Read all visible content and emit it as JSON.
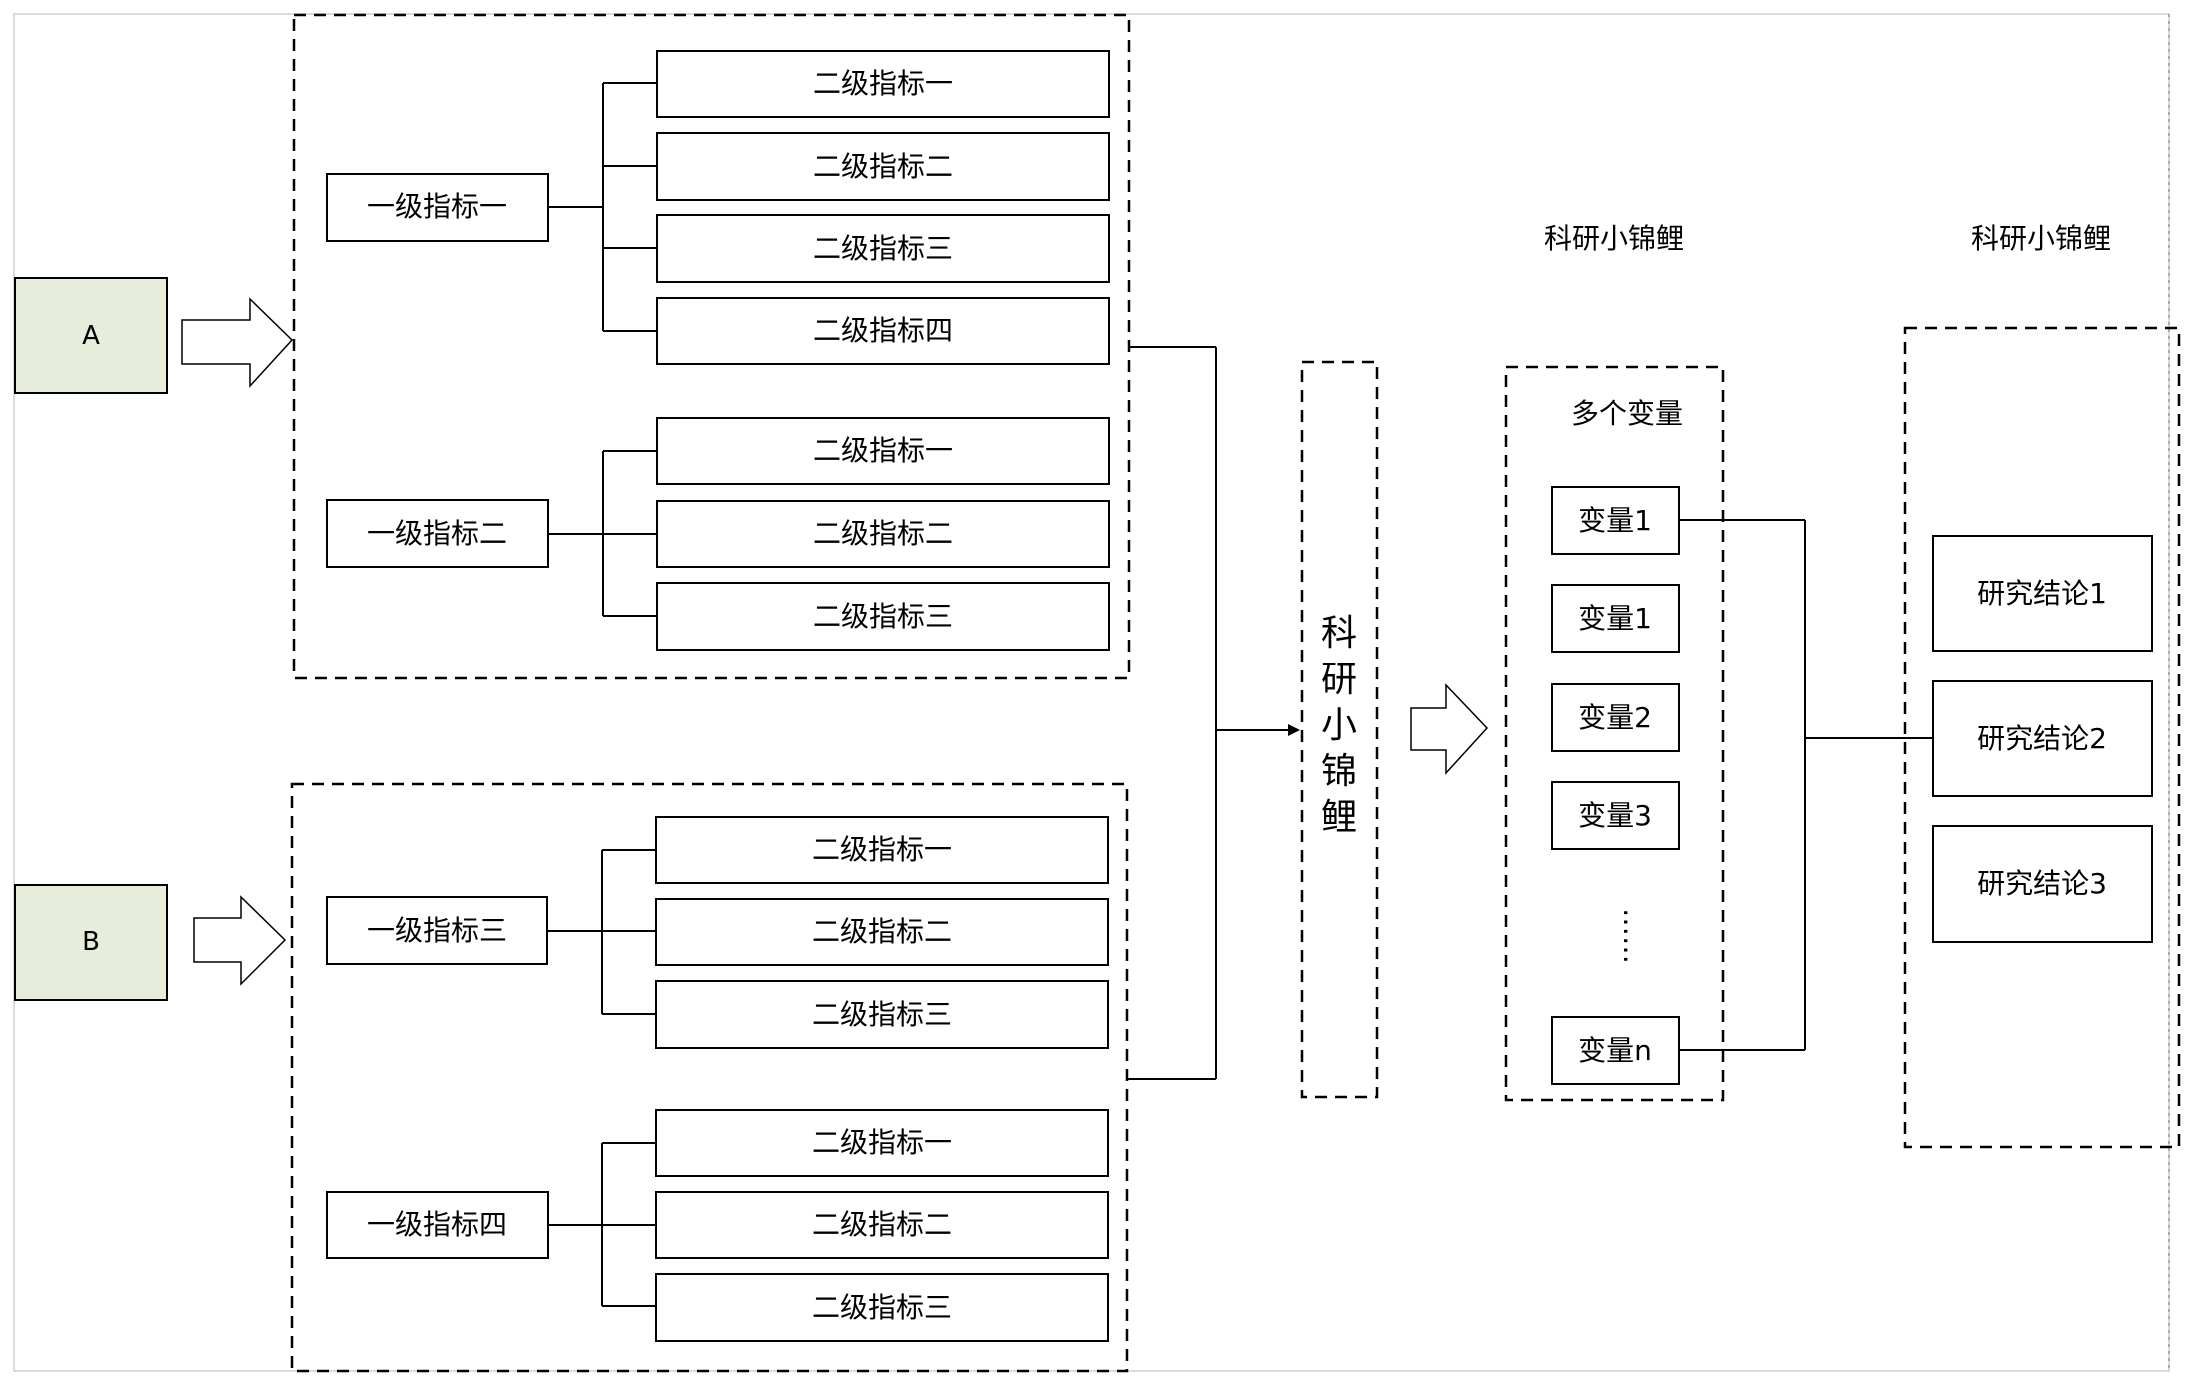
{
  "sources": [
    {
      "id": "A",
      "label": "A"
    },
    {
      "id": "B",
      "label": "B"
    }
  ],
  "groups": [
    {
      "primary": [
        {
          "label": "一级指标一",
          "secondary": [
            "二级指标一",
            "二级指标二",
            "二级指标三",
            "二级指标四"
          ]
        },
        {
          "label": "一级指标二",
          "secondary": [
            "二级指标一",
            "二级指标二",
            "二级指标三"
          ]
        }
      ]
    },
    {
      "primary": [
        {
          "label": "一级指标三",
          "secondary": [
            "二级指标一",
            "二级指标二",
            "二级指标三"
          ]
        },
        {
          "label": "一级指标四",
          "secondary": [
            "二级指标一",
            "二级指标二",
            "二级指标三"
          ]
        }
      ]
    }
  ],
  "center_box": {
    "text": "科研小锦鲤"
  },
  "variables": {
    "header": "科研小锦鲤",
    "title": "多个变量",
    "items": [
      "变量1",
      "变量1",
      "变量2",
      "变量3"
    ],
    "ellipsis": "……",
    "last": "变量n"
  },
  "conclusions": {
    "header": "科研小锦鲤",
    "items": [
      "研究结论1",
      "研究结论2",
      "研究结论3"
    ]
  },
  "colors": {
    "source_fill": "#e6eedb",
    "stroke": "#000000",
    "frame": "#bdbdbd"
  }
}
